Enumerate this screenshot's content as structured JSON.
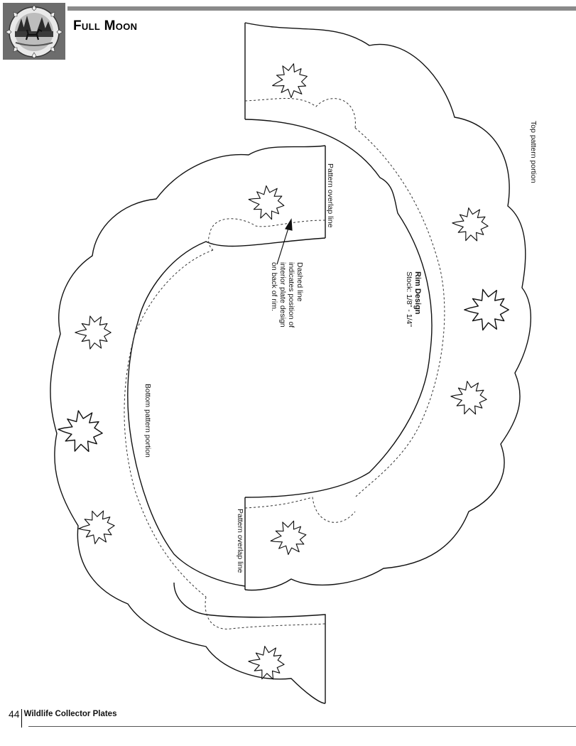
{
  "header": {
    "title": "Full Moon"
  },
  "labels": {
    "top_pattern_portion": "Top pattern portion",
    "bottom_pattern_portion": "Bottom pattern portion",
    "overlap_line_upper": "Pattern overlap line",
    "overlap_line_lower": "Pattern overlap line"
  },
  "note": {
    "line1": "Dashed line",
    "line2": "indicates position of",
    "line3": "interior plate design",
    "line4": "on back of rim."
  },
  "rim": {
    "title": "Rim Design",
    "stock": "Stock: 1/8\" - 1/4\""
  },
  "footer": {
    "page_number": "44",
    "book_title": "Wildlife Collector Plates"
  },
  "icons": {
    "badge": "moose-lake-scene-icon",
    "leaf": "maple-leaf-icon"
  }
}
